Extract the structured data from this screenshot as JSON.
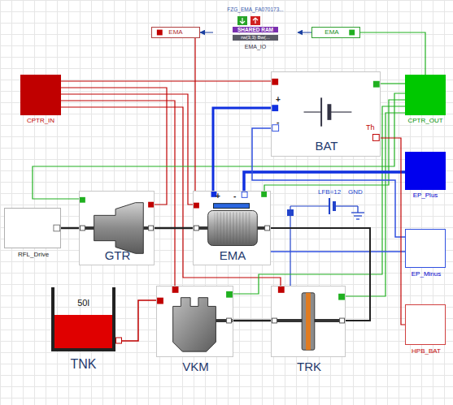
{
  "diagram": {
    "nodes": [
      {
        "text": [
          "EMA"
        ]
      },
      {
        "text": [
          "FZG_EMA_FA070173...",
          "SHARED RAM",
          "rw(3,3) Bw(...",
          "EMA_IO"
        ]
      },
      {
        "text": [
          "EMA"
        ]
      },
      {
        "text": [
          "CPTR_IN"
        ]
      },
      {
        "text": [
          "BAT"
        ]
      },
      {
        "text": [
          "CPTR_OUT"
        ]
      },
      {
        "text": [
          "EP_Plus"
        ]
      },
      {
        "text": [
          "RFL_Drive"
        ]
      },
      {
        "text": [
          "GTR"
        ]
      },
      {
        "text": [
          "EMA"
        ]
      },
      {
        "text": [
          "EP_Minus"
        ]
      },
      {
        "text": [
          "50l",
          "TNK"
        ]
      },
      {
        "text": [
          "VKM"
        ]
      },
      {
        "text": [
          "TRK"
        ]
      },
      {
        "text": [
          "HPB_BAT"
        ]
      }
    ],
    "edges": [
      {
        "from": 3,
        "to": 4,
        "arrow": "none"
      },
      {
        "from": 3,
        "to": 8,
        "arrow": "none"
      },
      {
        "from": 3,
        "to": 9,
        "arrow": "none"
      },
      {
        "from": 3,
        "to": 12,
        "arrow": "none"
      },
      {
        "from": 3,
        "to": 13,
        "arrow": "none"
      },
      {
        "from": 11,
        "to": 12,
        "arrow": "none"
      },
      {
        "from": 4,
        "to": 5,
        "arrow": "none"
      },
      {
        "from": 8,
        "to": 5,
        "arrow": "none"
      },
      {
        "from": 9,
        "to": 5,
        "arrow": "none"
      },
      {
        "from": 12,
        "to": 5,
        "arrow": "none"
      },
      {
        "from": 13,
        "to": 5,
        "arrow": "none"
      },
      {
        "from": 4,
        "to": 9,
        "arrow": "none"
      },
      {
        "from": 9,
        "to": 6,
        "arrow": "none"
      },
      {
        "from": 4,
        "to": 10,
        "arrow": "none"
      },
      {
        "from": 9,
        "to": 10,
        "arrow": "none"
      },
      {
        "from": 7,
        "to": 8,
        "arrow": "none"
      },
      {
        "from": 8,
        "to": 9,
        "arrow": "none"
      },
      {
        "from": 12,
        "to": 13,
        "arrow": "none"
      },
      {
        "from": 9,
        "to": 13,
        "arrow": "none"
      },
      {
        "from": 4,
        "to": 14,
        "arrow": "none"
      },
      {
        "from": 2,
        "to": 1,
        "arrow": "to"
      },
      {
        "from": 1,
        "to": 0,
        "arrow": "to"
      },
      {
        "from": 0,
        "to": 9,
        "arrow": "none"
      },
      {
        "from": 2,
        "to": 5,
        "arrow": "none"
      }
    ],
    "labels": [
      "+",
      "-",
      "Th",
      "+",
      "-",
      "LFB=12",
      "GND"
    ]
  }
}
